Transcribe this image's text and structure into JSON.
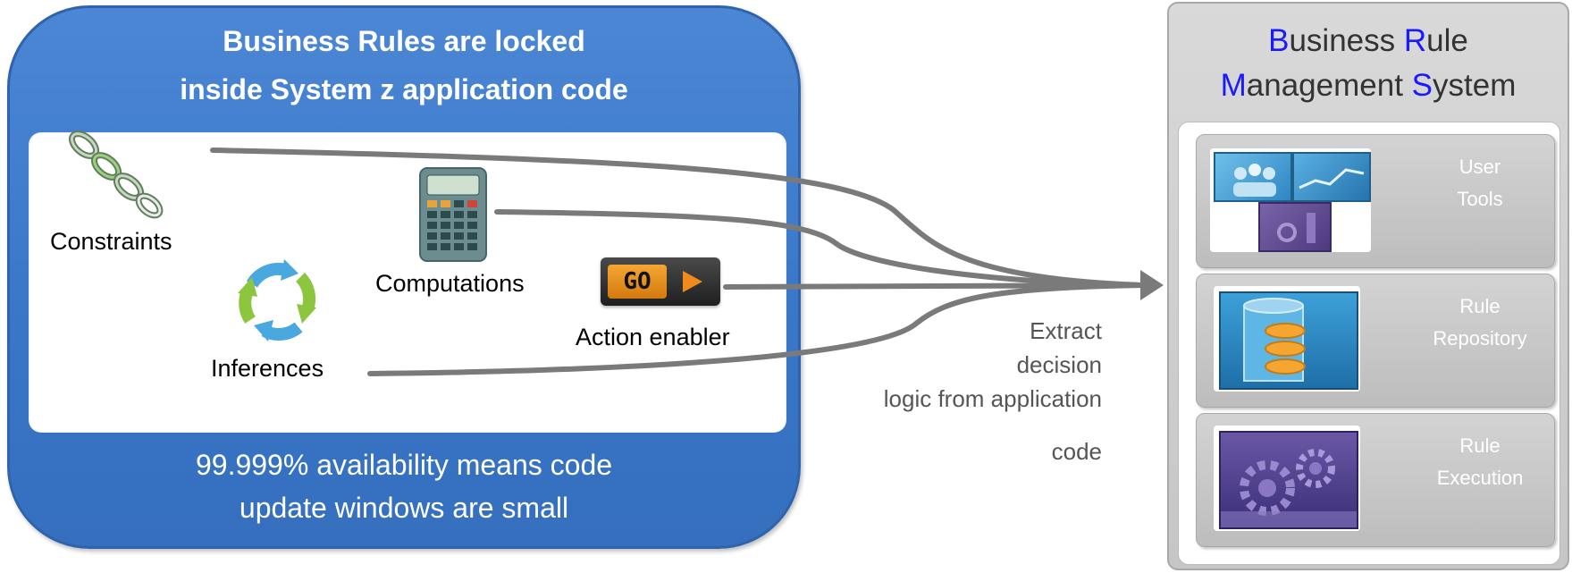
{
  "left_panel": {
    "title_line1": "Business Rules are locked",
    "title_line2": "inside System z application code",
    "footer_line1": "99.999% availability means code",
    "footer_line2": "update windows are small"
  },
  "items": {
    "constraints": "Constraints",
    "inferences": "Inferences",
    "computations": "Computations",
    "action_enabler": "Action enabler",
    "go_button": "GO"
  },
  "extract_note": {
    "line1": "Extract",
    "line2": "decision",
    "line3": "logic from application",
    "line4": "code"
  },
  "brms": {
    "title": {
      "w1_initial": "B",
      "w1_rest": "usiness ",
      "w2_initial": "R",
      "w2_rest": "ule",
      "w3_initial": "M",
      "w3_rest": "anagement ",
      "w4_initial": "S",
      "w4_rest": "ystem"
    },
    "tools": [
      {
        "line1": "User",
        "line2": "Tools"
      },
      {
        "line1": "Rule",
        "line2": "Repository"
      },
      {
        "line1": "Rule",
        "line2": "Execution"
      }
    ]
  },
  "colors": {
    "panel_blue": "#3f7ecd",
    "highlight_blue": "#1a1aff",
    "arrow_gray": "#7a7a7a"
  }
}
